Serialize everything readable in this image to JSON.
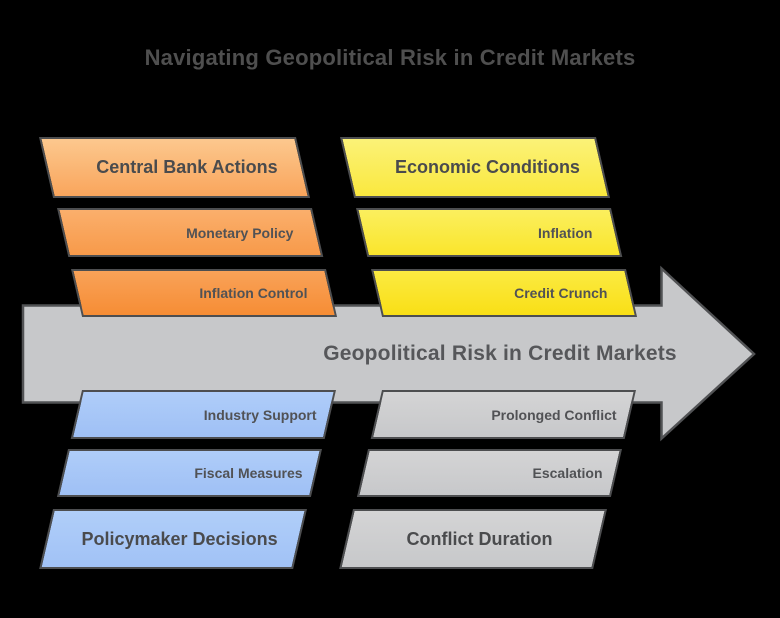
{
  "title": "Navigating Geopolitical Risk in Credit Markets",
  "arrow": {
    "label": "Geopolitical Risk in Credit Markets"
  },
  "groups": [
    {
      "id": "central-bank-actions",
      "header": "Central Bank Actions",
      "items": [
        "Monetary Policy",
        "Inflation Control"
      ],
      "color": "#F9A55C",
      "position": "top-left"
    },
    {
      "id": "economic-conditions",
      "header": "Economic Conditions",
      "items": [
        "Inflation",
        "Credit Crunch"
      ],
      "color": "#FAE52C",
      "position": "top-right"
    },
    {
      "id": "policymaker-decisions",
      "header": "Policymaker Decisions",
      "items": [
        "Industry Support",
        "Fiscal Measures"
      ],
      "color": "#A6C8F8",
      "position": "bottom-left"
    },
    {
      "id": "conflict-duration",
      "header": "Conflict Duration",
      "items": [
        "Prolonged Conflict",
        "Escalation"
      ],
      "color": "#CBCCCE",
      "position": "bottom-right"
    }
  ],
  "colors": {
    "background": "#000000",
    "arrow_fill": "#C7C8CA",
    "outline": "#4D4E50",
    "title_text": "#4F4F4F",
    "label_text": "#515255"
  }
}
